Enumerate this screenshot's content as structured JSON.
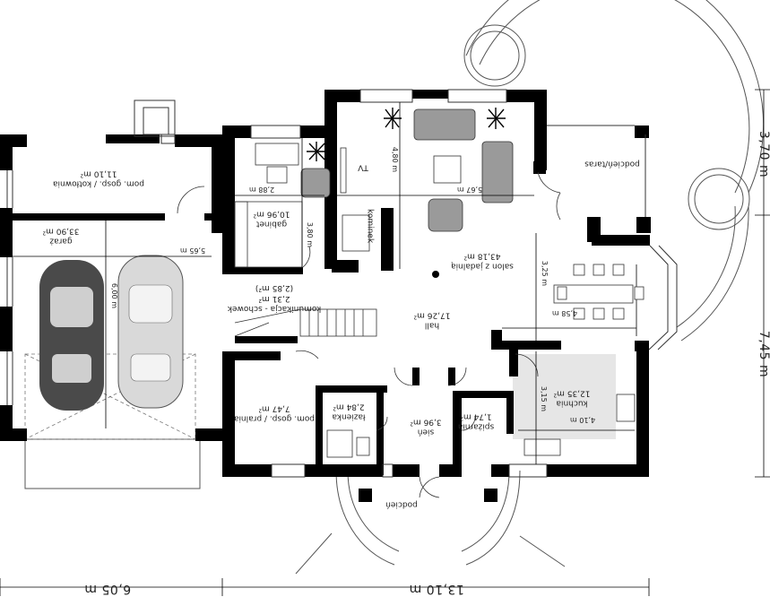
{
  "rooms": {
    "kotlownia": {
      "name": "pom. gosp. / kotłownia",
      "area": "11,10 m²"
    },
    "garaz": {
      "name": "garaż",
      "area": "33,90 m²"
    },
    "gabinet": {
      "name": "gabinet",
      "area": "10,96 m²"
    },
    "komunikacja": {
      "name": "komunikacja - schowek",
      "area1": "2,31 m²",
      "area2": "(2,85 m²)"
    },
    "hall": {
      "name": "hall",
      "area": "17,26 m²"
    },
    "salon": {
      "name": "salon z jadalnią",
      "area": "43,18 m²"
    },
    "podcien_taras": {
      "name": "podcień/taras"
    },
    "kuchnia": {
      "name": "kuchnia",
      "area": "12,35 m²"
    },
    "spizarnia": {
      "name": "spiżarnia",
      "area": "1,74 m²"
    },
    "sien": {
      "name": "sień",
      "area": "3,96 m²"
    },
    "lazienka": {
      "name": "łazienka",
      "area": "2,84 m²"
    },
    "pralnia": {
      "name": "pom. gosp. / pralnia",
      "area": "7,47 m²"
    },
    "podcien": {
      "name": "podcień"
    }
  },
  "labels": {
    "tv": "TV",
    "kominek": "kominek"
  },
  "dimensions": {
    "garage_width": "5,65 m",
    "garage_depth": "6,00 m",
    "gabinet_w": "2,88 m",
    "gabinet_h": "3,80 m",
    "salon_w": "5,67 m",
    "salon_h": "4,80 m",
    "dining_w": "4,58 m",
    "dining_h": "3,25 m",
    "kitchen_w": "4,10 m",
    "kitchen_h": "3,15 m"
  },
  "overall": {
    "bottom_left": "6,05 m",
    "bottom_right": "13,10 m",
    "right_top": "3,70 m",
    "right_bottom": "7,45 m"
  },
  "colors": {
    "wall": "#000000",
    "furniture": "#888888",
    "kitchen_floor": "#e6e6e6"
  }
}
